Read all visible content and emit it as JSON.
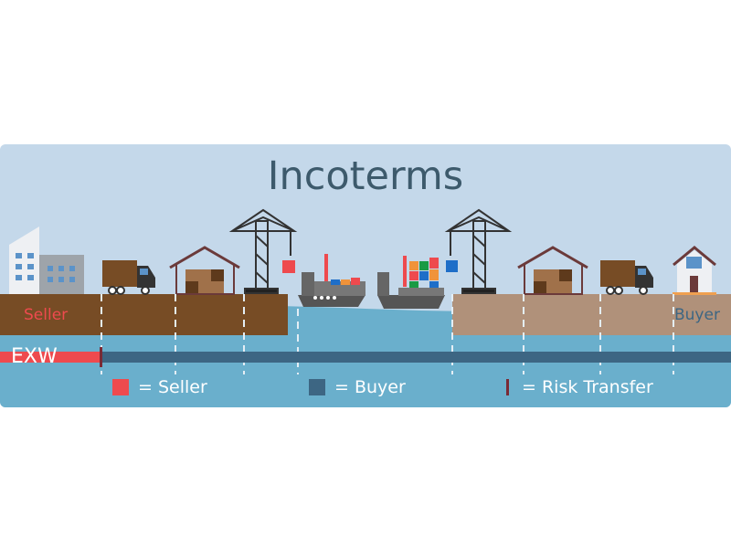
{
  "title": "Incoterms",
  "parties": {
    "seller": "Seller",
    "buyer": "Buyer"
  },
  "term": "EXW",
  "risk_transfer_stage": 1,
  "legend": {
    "seller": "= Seller",
    "buyer": "= Buyer",
    "risk": "= Risk Transfer"
  },
  "colors": {
    "seller": "#ee4a4e",
    "buyer": "#3d6683",
    "risk": "#7a2a35",
    "seller_land": "#774c25",
    "buyer_land": "#b0917a",
    "water": "#6aafcc",
    "sky": "#c4d8ea"
  }
}
